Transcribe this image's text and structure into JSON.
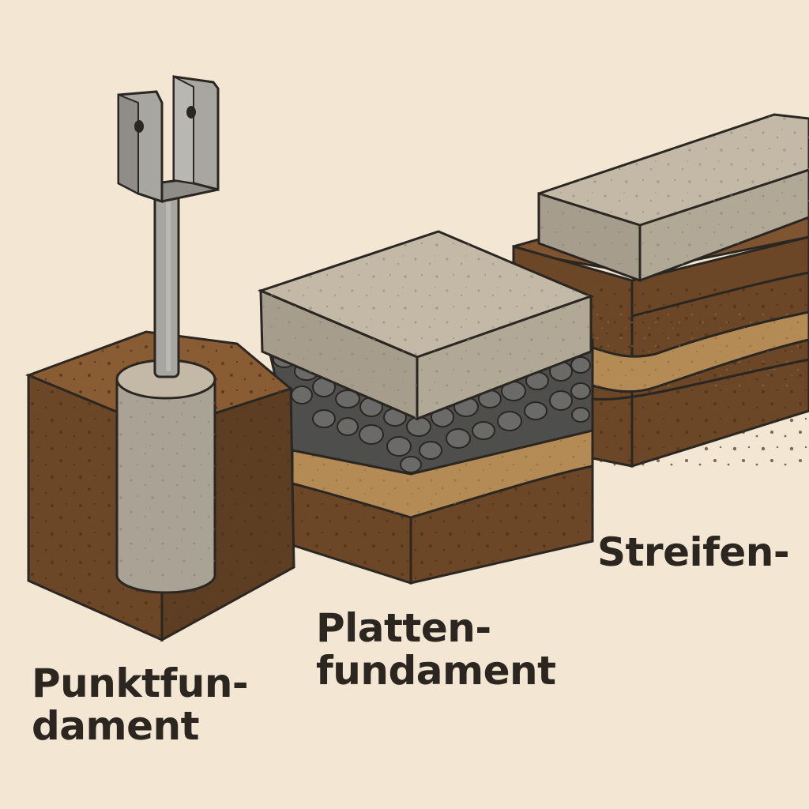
{
  "labels": {
    "punkt": [
      "Punktfun-",
      "dament"
    ],
    "platten": [
      "Platten-",
      "fundament"
    ],
    "streifen": [
      "Streifen-"
    ]
  },
  "colors": {
    "background": "#f3e6d3",
    "soil_dark": "#6b4727",
    "soil_top": "#8a5c33",
    "sand": "#b48a55",
    "concrete_top": "#c3b9a6",
    "concrete_side": "#a69d8c",
    "gravel": "#5d5e5c",
    "steel": "#a8a6a0",
    "outline": "#2a2621"
  },
  "icons": {
    "post_anchor": "u-bracket-post-anchor-icon"
  }
}
